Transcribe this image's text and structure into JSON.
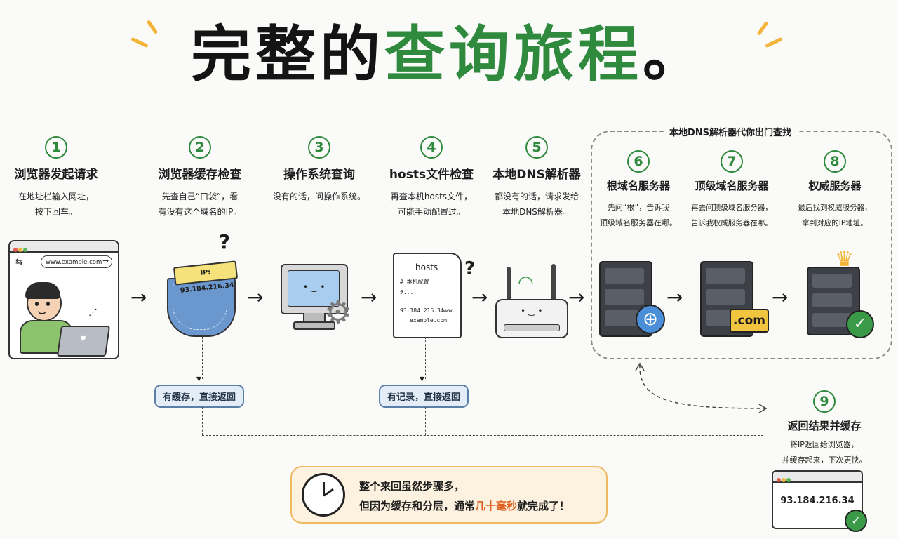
{
  "title": {
    "part1": "完整的",
    "part2": "查询旅程",
    "period": "。"
  },
  "colors": {
    "accent_green": "#2f8a3e",
    "summary_border": "#f0b963",
    "highlight_orange": "#e06020",
    "badge_blue": "#5a7fa8"
  },
  "steps": [
    {
      "num": "1",
      "title": "浏览器发起请求",
      "desc": "在地址栏输入网址，\n按下回车。"
    },
    {
      "num": "2",
      "title": "浏览器缓存检查",
      "desc": "先查自己“口袋”，看\n有没有这个域名的IP。"
    },
    {
      "num": "3",
      "title": "操作系统查询",
      "desc": "没有的话，问操作系统。"
    },
    {
      "num": "4",
      "title": "hosts文件检查",
      "desc": "再查本机hosts文件，\n可能手动配置过。"
    },
    {
      "num": "5",
      "title": "本地DNS解析器",
      "desc": "都没有的话，请求发给\n本地DNS解析器。"
    },
    {
      "num": "6",
      "title": "根域名服务器",
      "desc": "先问“根”，告诉我\n顶级域名服务器在哪。"
    },
    {
      "num": "7",
      "title": "顶级域名服务器",
      "desc": "再去问顶级域名服务器，\n告诉我权威服务器在哪。"
    },
    {
      "num": "8",
      "title": "权威服务器",
      "desc": "最后找到权威服务器，\n拿到对应的IP地址。"
    },
    {
      "num": "9",
      "title": "返回结果并缓存",
      "desc": "将IP返回给浏览器，\n并缓存起来，下次更快。"
    }
  ],
  "resolver_group_label": "本地DNS解析器代你出门查找",
  "browser": {
    "url": "www.example.com"
  },
  "pocket_tag": "IP: 93.184.216.34",
  "hosts_file": {
    "header": "hosts",
    "comment1": "# 本机配置",
    "comment2": "#...",
    "entry_ip": "93.184.216.34",
    "entry_host_a": "www.",
    "entry_host_b": "example.com"
  },
  "tld_label": ".com",
  "question_mark": "?",
  "badges": {
    "cache_hit": "有缓存，直接返回",
    "hosts_hit": "有记录，直接返回"
  },
  "result_ip": "93.184.216.34",
  "summary": {
    "line1": "整个来回虽然步骤多，",
    "line2_pre": "但因为缓存和分层，通常",
    "line2_hl": "几十毫秒",
    "line2_post": "就完成了！"
  }
}
